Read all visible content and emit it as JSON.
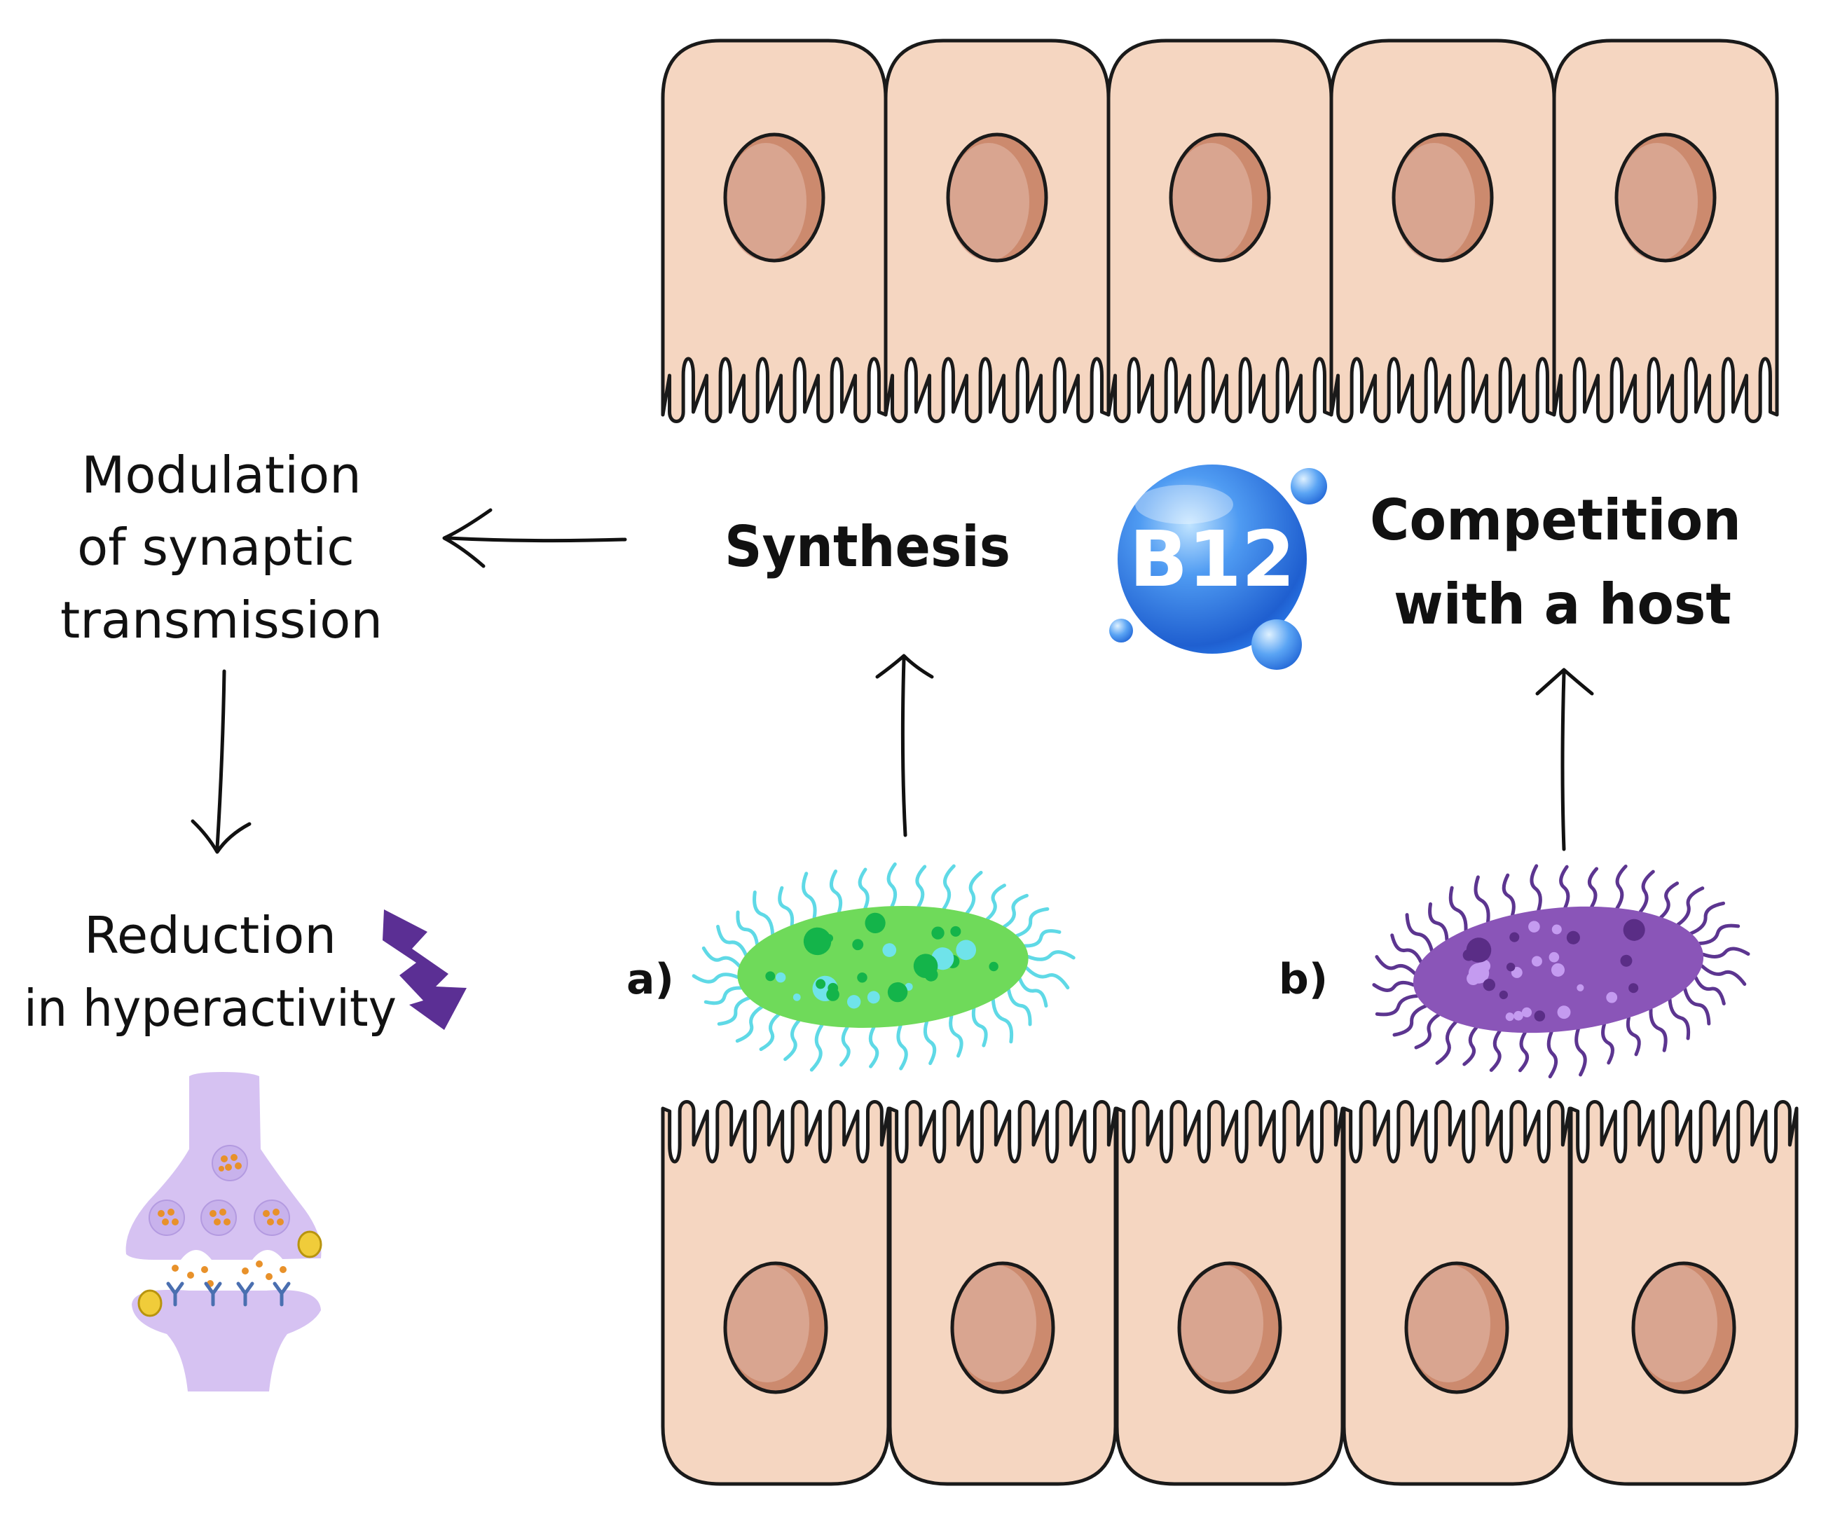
{
  "labels": {
    "modulation": [
      "Modulation",
      "of synaptic",
      "transmission"
    ],
    "reduction": [
      "Reduction",
      "in hyperactivity"
    ],
    "synthesis": "Synthesis",
    "competition": [
      "Competition",
      "with a host"
    ],
    "vitamin": "B12",
    "panel_a": "a)",
    "panel_b": "b)"
  },
  "colors": {
    "cell_fill": "#f5d6c1",
    "nucleus_fill": "#d9a590",
    "nucleus_shade": "#cc8a6e",
    "outline": "#1a1a1a",
    "bacterium_a": "#6fda5a",
    "bacterium_a_cilia": "#5fd9e6",
    "bacterium_b": "#8a55b8",
    "bacterium_b_cilia": "#5c3590",
    "b12_blue": "#2f7be6",
    "synapse": "#d6c2f2",
    "lightning": "#5b2f94"
  }
}
